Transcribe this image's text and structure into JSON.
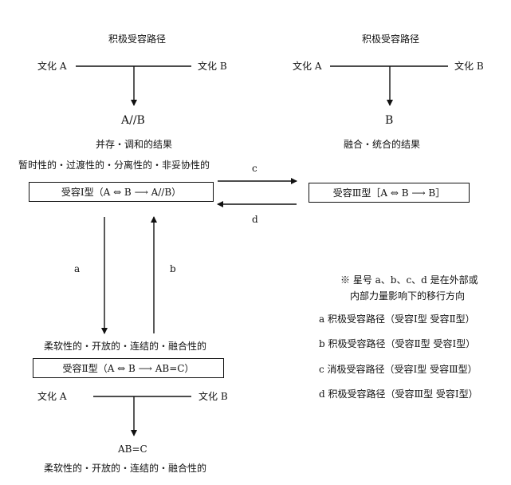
{
  "top_left": {
    "title": "积极受容路径",
    "left_culture": "文化 A",
    "right_culture": "文化 B",
    "result": "A//B",
    "result_desc": "并存・调和的结果",
    "traits": "暂时性的・过渡性的・分离性的・非妥协性的",
    "box_label": "受容Ⅰ型（A ⇔ B ⟶ A//B）"
  },
  "top_right": {
    "title": "积极受容路径",
    "left_culture": "文化 A",
    "right_culture": "文化 B",
    "result": "B",
    "result_desc": "融合・统合的结果",
    "box_label": "受容Ⅲ型［A ⇔ B ⟶ B］"
  },
  "arrows": {
    "c": "c",
    "d": "d",
    "a": "a",
    "b": "b"
  },
  "note": {
    "line1": "※ 星号 a、b、c、d 是在外部或",
    "line2": "内部力量影响下的移行方向",
    "items": [
      "a 积极受容路径（受容Ⅰ型  受容Ⅱ型）",
      "b 积极受容路径（受容Ⅱ型  受容Ⅰ型）",
      "c 消极受容路径（受容Ⅰ型  受容Ⅲ型）",
      "d 积极受容路径（受容Ⅲ型  受容Ⅰ型）"
    ]
  },
  "bottom": {
    "traits_top": "柔软性的・开放的・连结的・融合性的",
    "box_label": "受容Ⅱ型（A ⇔ B ⟶ AB=C）",
    "left_culture": "文化 A",
    "right_culture": "文化 B",
    "result": "AB=C",
    "traits_bottom": "柔软性的・开放的・连结的・融合性的"
  }
}
